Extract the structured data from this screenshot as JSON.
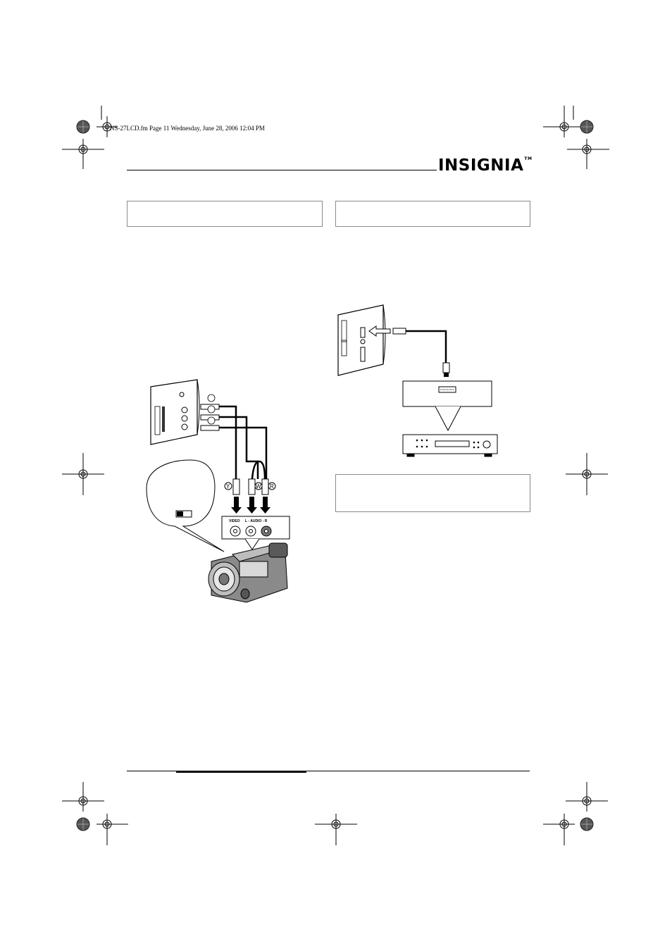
{
  "header": {
    "file_slug": "NS-27LCD.fm  Page 11  Wednesday, June 28, 2006  12:04 PM",
    "brand": "INSIGNIA",
    "trademark": "TM"
  },
  "left_figure": {
    "cable_labels": [
      "Y",
      "W",
      "R"
    ],
    "jack_labels": {
      "video": "VIDEO",
      "audio": "L - AUDIO - R"
    }
  },
  "right_figure": {},
  "colors": {
    "ink": "#000000",
    "box_border": "#8a8a8a",
    "gray": "#9a9a9a"
  }
}
